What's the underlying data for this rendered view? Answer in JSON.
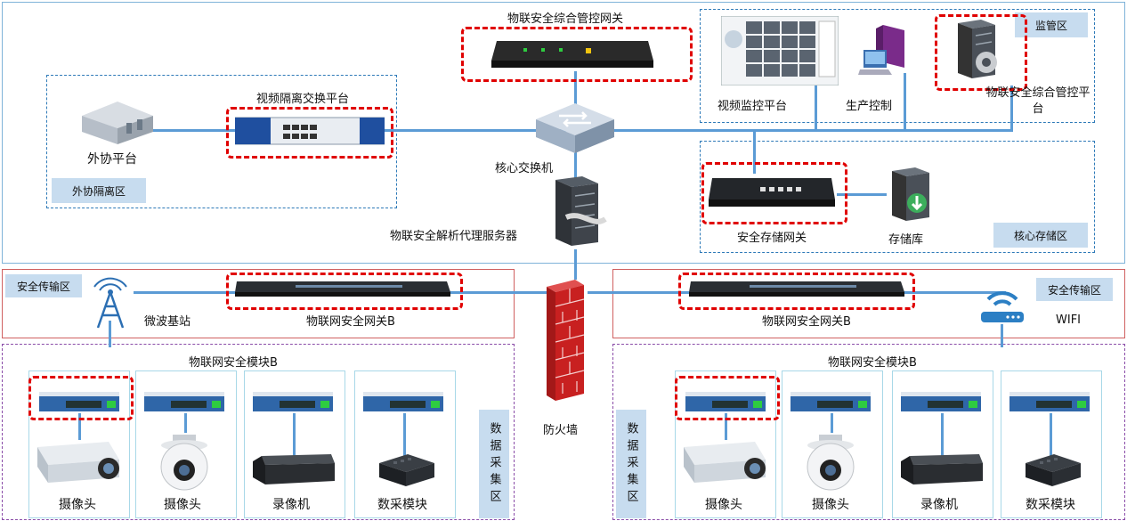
{
  "zones": {
    "regulatory_zone": "监管区",
    "external_isolation_zone": "外协隔离区",
    "core_storage_zone": "核心存储区",
    "secure_transmission_left": "安全传输区",
    "secure_transmission_right": "安全传输区",
    "data_collection_left": "数据采集区",
    "data_collection_right": "数据采集区"
  },
  "nodes": {
    "iot_gateway_top": "物联安全综合管控网关",
    "video_isolation": "视频隔离交换平台",
    "external_platform": "外协平台",
    "core_switch": "核心交换机",
    "proxy_server": "物联安全解析代理服务器",
    "video_monitor": "视频监控平台",
    "production_control": "生产控制",
    "mgmt_platform": "物联安全综合管控平台",
    "storage_gateway": "安全存储网关",
    "storage": "存储库",
    "microwave_station": "微波基站",
    "gateway_b_left": "物联网安全网关B",
    "gateway_b_right": "物联网安全网关B",
    "wifi": "WIFI",
    "firewall": "防火墙",
    "module_b_left": "物联网安全模块B",
    "module_b_right": "物联网安全模块B"
  },
  "devices_left": [
    "摄像头",
    "摄像头",
    "录像机",
    "数采模块"
  ],
  "devices_right": [
    "摄像头",
    "摄像头",
    "录像机",
    "数采模块"
  ],
  "colors": {
    "link": "#5b9bd5",
    "highlight": "#e00000",
    "zone_tag": "#c7dcef",
    "purple_zone": "#8a4ca8"
  }
}
